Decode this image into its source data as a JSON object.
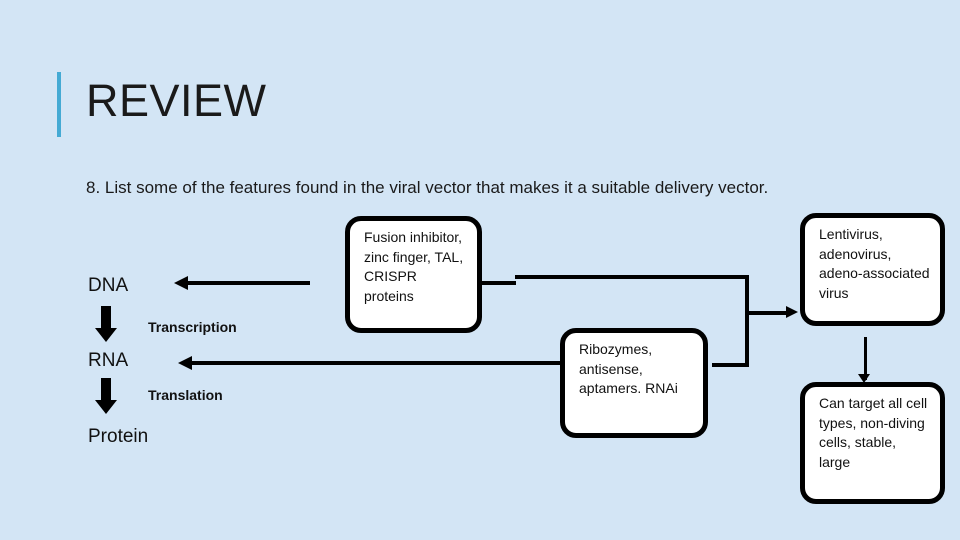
{
  "slide": {
    "background_color": "#d3e5f5",
    "accent_color": "#44aad4",
    "title": "REVIEW",
    "question": "8. List some of the features found in the viral vector that makes it a suitable delivery vector."
  },
  "central_dogma": {
    "nodes": [
      {
        "id": "dna",
        "label": "DNA"
      },
      {
        "id": "rna",
        "label": "RNA"
      },
      {
        "id": "protein",
        "label": "Protein"
      }
    ],
    "steps": [
      {
        "id": "transcription",
        "label": "Transcription"
      },
      {
        "id": "translation",
        "label": "Translation"
      }
    ]
  },
  "boxes": [
    {
      "id": "fusion",
      "text": "Fusion inhibitor, zinc finger, TAL, CRISPR proteins",
      "border_color": "#000000",
      "fill_color": "#ffffff"
    },
    {
      "id": "ribozymes",
      "text": "Ribozymes, antisense, aptamers. RNAi",
      "border_color": "#000000",
      "fill_color": "#ffffff"
    },
    {
      "id": "lentivirus",
      "text": "Lentivirus, adenovirus, adeno-associated virus",
      "border_color": "#000000",
      "fill_color": "#ffffff"
    },
    {
      "id": "can_target",
      "text": "Can target all cell types, non-diving cells, stable, large",
      "border_color": "#000000",
      "fill_color": "#ffffff"
    }
  ]
}
